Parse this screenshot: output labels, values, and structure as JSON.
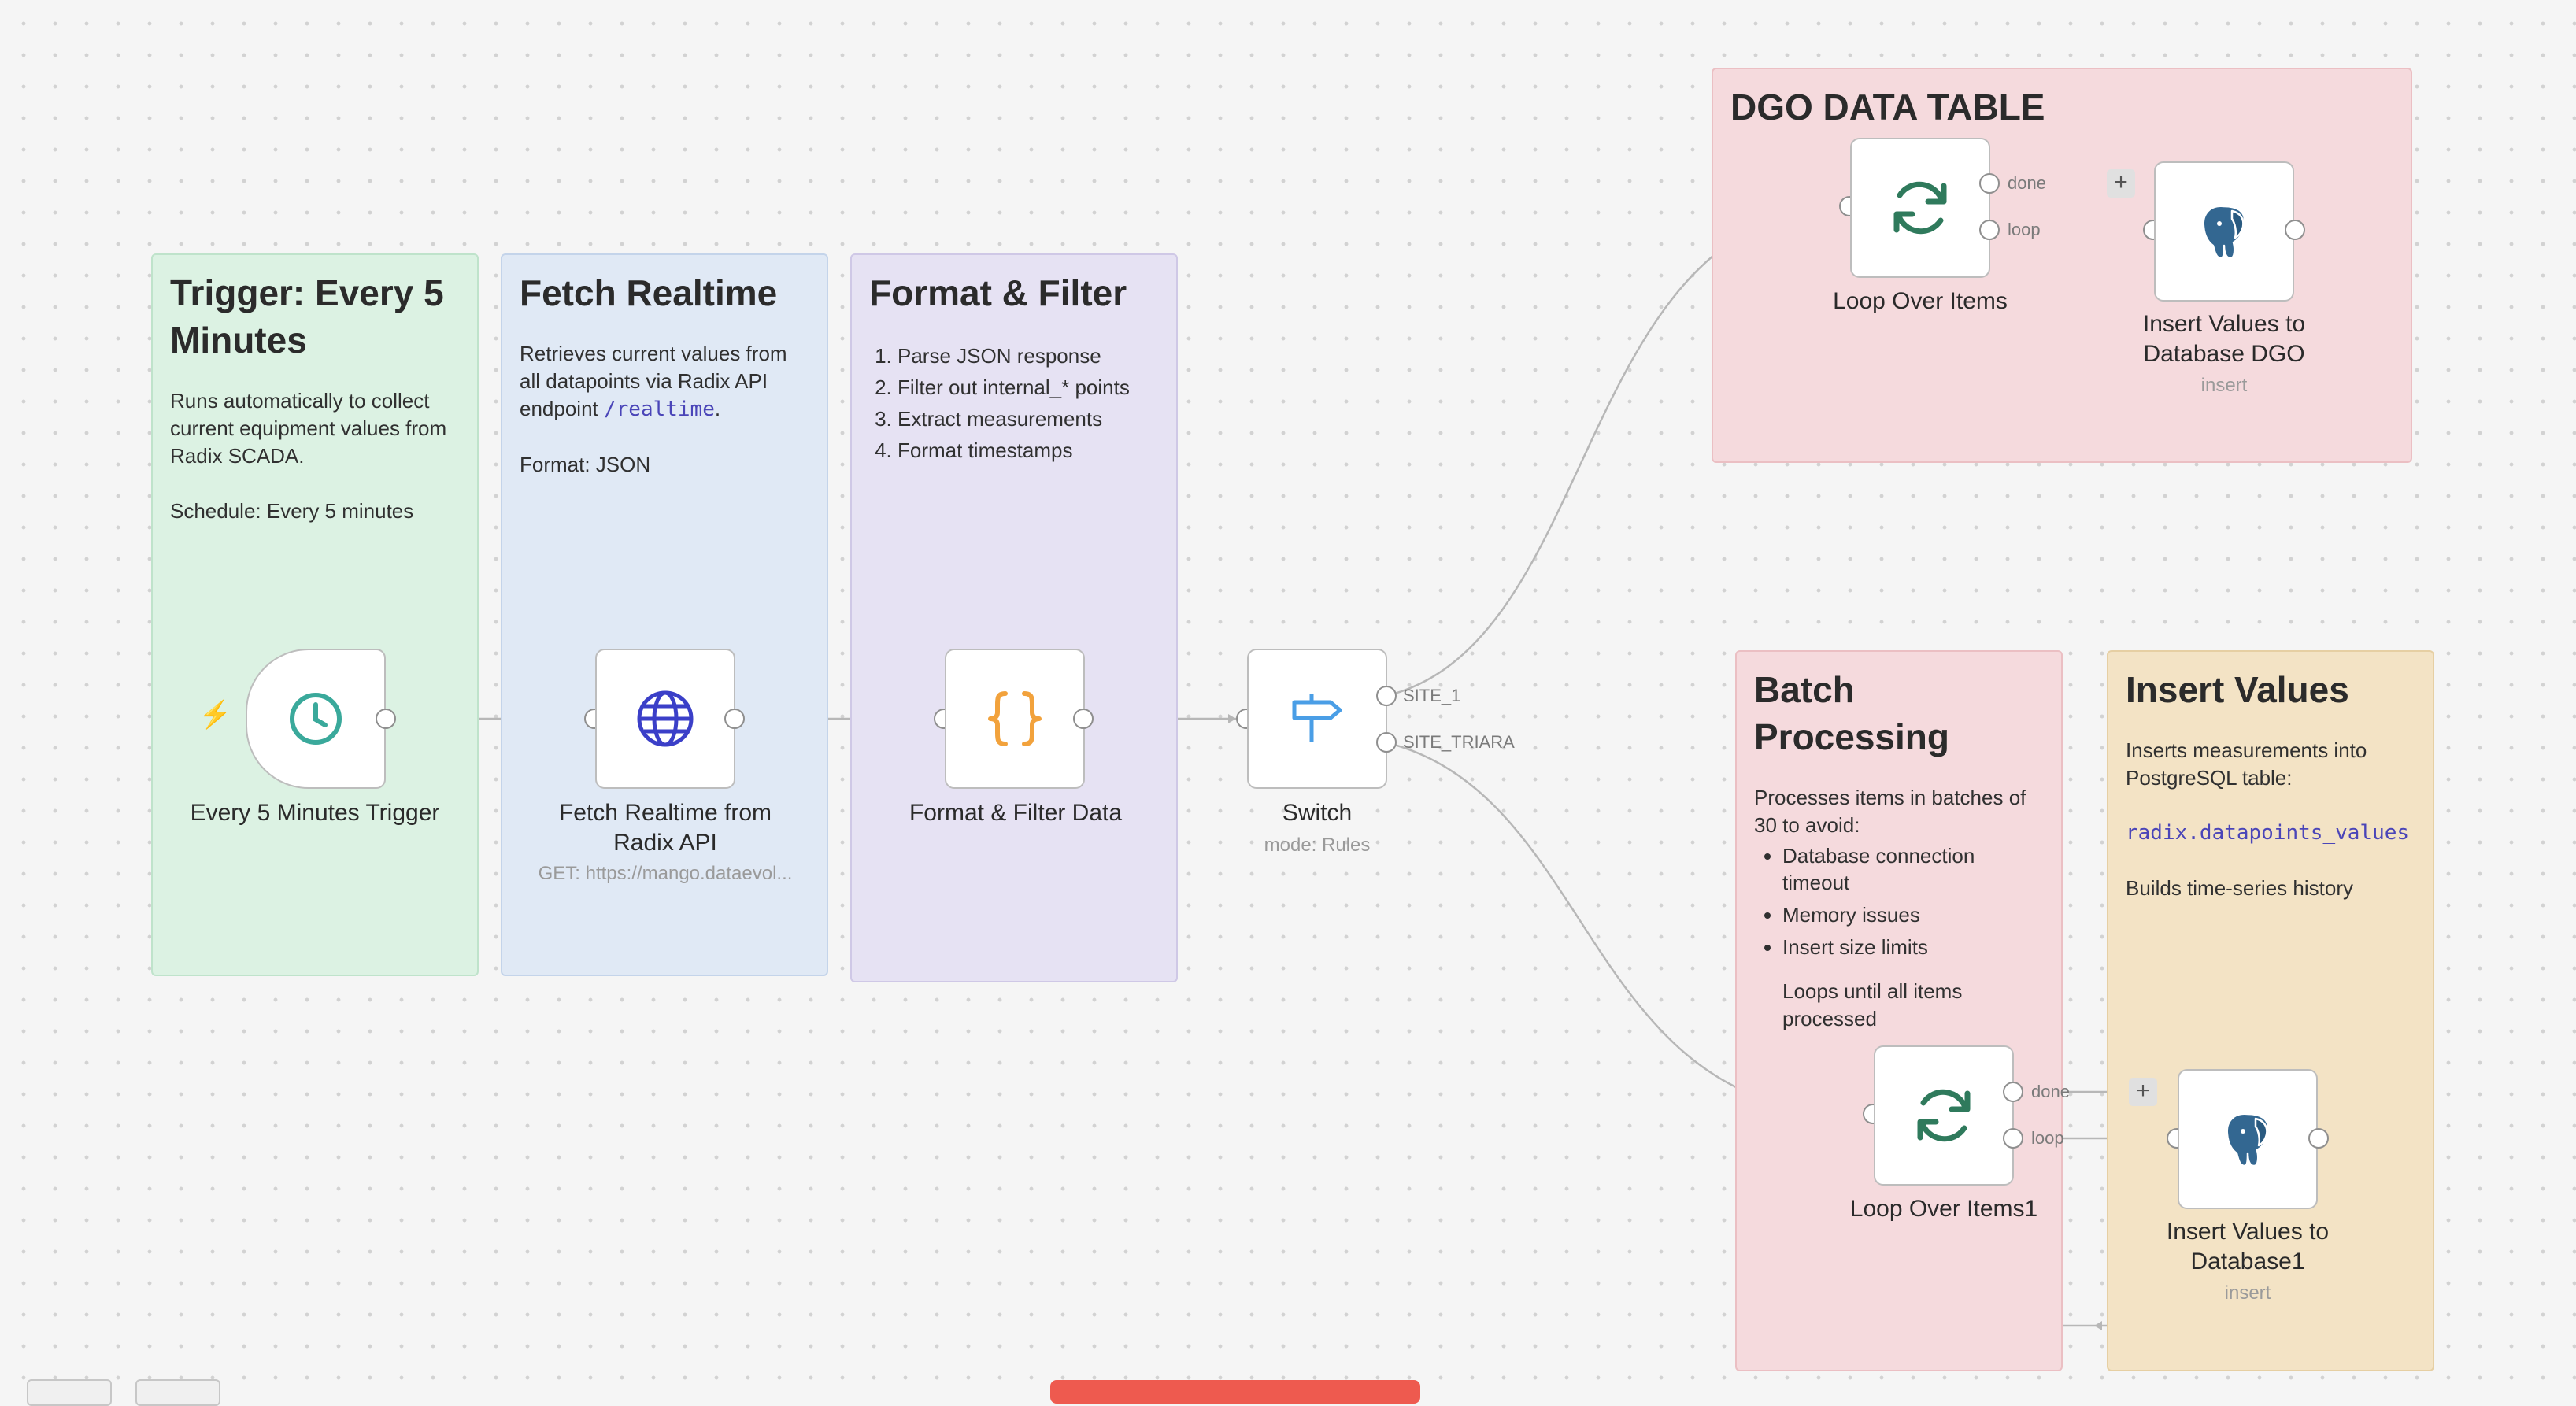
{
  "stickies": {
    "trigger": {
      "title": "Trigger: Every 5 Minutes",
      "text1": "Runs automatically to collect current equipment values from Radix SCADA.",
      "text2": "Schedule: Every 5 minutes"
    },
    "fetch": {
      "title": "Fetch Realtime",
      "text_pre": "Retrieves current values from all datapoints via Radix API endpoint ",
      "code": "/realtime",
      "text_post": ".",
      "text2": "Format: JSON"
    },
    "format": {
      "title": "Format & Filter",
      "steps": [
        "Parse JSON response",
        "Filter out internal_* points",
        "Extract measurements",
        "Format timestamps"
      ]
    },
    "dgo": {
      "title": "DGO DATA TABLE"
    },
    "batch": {
      "title": "Batch Processing",
      "text1": "Processes items in batches of 30 to avoid:",
      "bullets": [
        "Database connection timeout",
        "Memory issues",
        "Insert size limits"
      ],
      "text2": "Loops until all items processed"
    },
    "insert": {
      "title": "Insert Values",
      "text1": "Inserts measurements into PostgreSQL table:",
      "code": "radix.datapoints_values",
      "text2": "Builds time-series history"
    }
  },
  "nodes": {
    "trigger": {
      "label": "Every 5 Minutes Trigger",
      "icon": "clock-icon"
    },
    "fetch": {
      "label": "Fetch Realtime from Radix API",
      "sublabel": "GET: https://mango.dataevol...",
      "icon": "globe-icon"
    },
    "format": {
      "label": "Format & Filter Data",
      "icon": "braces-icon"
    },
    "switch": {
      "label": "Switch",
      "sublabel": "mode: Rules",
      "icon": "signpost-icon",
      "outputs": [
        "SITE_1",
        "SITE_TRIARA"
      ]
    },
    "loop_dgo": {
      "label": "Loop Over Items",
      "icon": "refresh-icon",
      "outputs": [
        "done",
        "loop"
      ]
    },
    "insert_dgo": {
      "label": "Insert Values to Database DGO",
      "sublabel": "insert",
      "icon": "postgres-elephant-icon"
    },
    "loop_batch": {
      "label": "Loop Over Items1",
      "icon": "refresh-icon",
      "outputs": [
        "done",
        "loop"
      ]
    },
    "insert_batch": {
      "label": "Insert Values to Database1",
      "sublabel": "insert",
      "icon": "postgres-elephant-icon"
    }
  },
  "buttons": {
    "add": "+"
  },
  "colors": {
    "trigger_accent": "#ee5a4f",
    "clock": "#3aa99b",
    "globe": "#3b3fc8",
    "braces": "#f2a23c",
    "signpost": "#4a9ee6",
    "refresh": "#2f7a5c",
    "postgres": "#336791"
  }
}
